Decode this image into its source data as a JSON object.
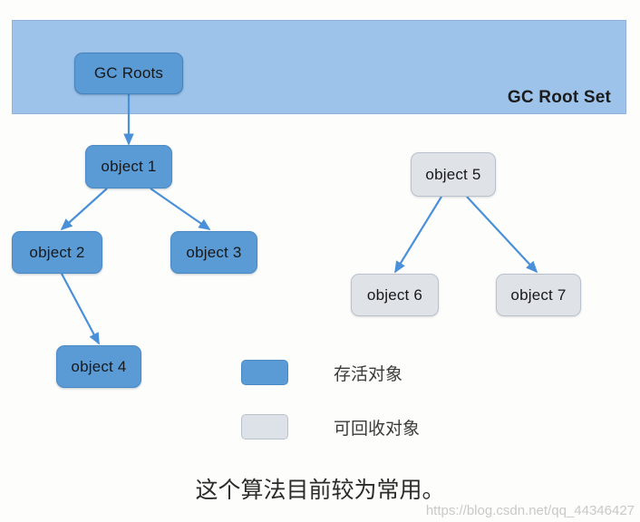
{
  "diagram": {
    "title_label": "GC Root Set",
    "root_panel": {
      "label": "GC Root Set",
      "fill": "#9dc3ea",
      "border": "#8fb3d9"
    },
    "palette": {
      "alive_fill": "#5b9bd5",
      "alive_border": "#4a8ac4",
      "garbage_fill": "#dfe3e8",
      "garbage_border": "#b9c2cc",
      "edge_color": "#4a90d9",
      "background": "#fdfdfb"
    },
    "nodes": [
      {
        "id": "gc-roots",
        "label": "GC Roots",
        "state": "alive"
      },
      {
        "id": "object-1",
        "label": "object 1",
        "state": "alive"
      },
      {
        "id": "object-2",
        "label": "object 2",
        "state": "alive"
      },
      {
        "id": "object-3",
        "label": "object 3",
        "state": "alive"
      },
      {
        "id": "object-4",
        "label": "object 4",
        "state": "alive"
      },
      {
        "id": "object-5",
        "label": "object 5",
        "state": "garbage"
      },
      {
        "id": "object-6",
        "label": "object 6",
        "state": "garbage"
      },
      {
        "id": "object-7",
        "label": "object 7",
        "state": "garbage"
      }
    ],
    "edges": [
      {
        "from": "gc-roots",
        "to": "object-1"
      },
      {
        "from": "object-1",
        "to": "object-2"
      },
      {
        "from": "object-1",
        "to": "object-3"
      },
      {
        "from": "object-2",
        "to": "object-4"
      },
      {
        "from": "object-5",
        "to": "object-6"
      },
      {
        "from": "object-5",
        "to": "object-7"
      }
    ]
  },
  "legend": {
    "items": [
      {
        "swatch": "alive",
        "label": "存活对象"
      },
      {
        "swatch": "garbage",
        "label": "可回收对象"
      }
    ]
  },
  "caption": {
    "text": "这个算法目前较为常用。"
  },
  "watermark": {
    "text": "https://blog.csdn.net/qq_44346427"
  }
}
